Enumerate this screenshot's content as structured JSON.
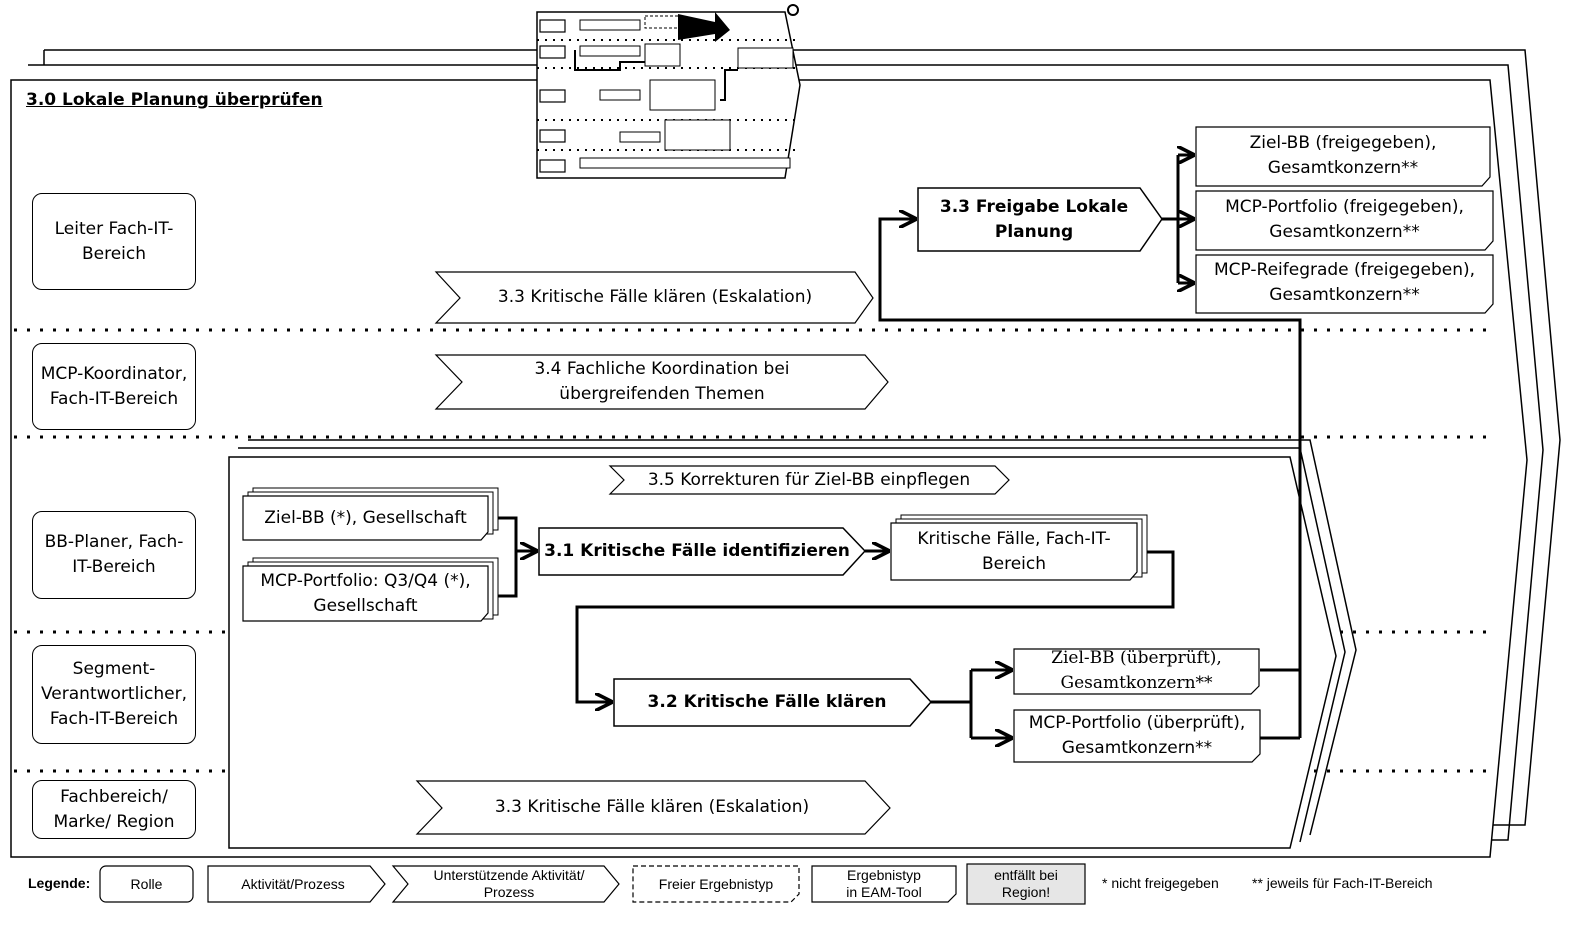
{
  "process_title": "3.0 Lokale Planung überprüfen",
  "roles": {
    "leiter": "Leiter Fach-IT-\nBereich",
    "mcp_koordinator": "MCP-Koordinator,\nFach-IT-Bereich",
    "bb_planer": "BB-Planer, Fach-\nIT-Bereich",
    "segment": "Segment-\nVerantwortlicher,\nFach-IT-Bereich",
    "fachbereich": "Fachbereich/\nMarke/ Region"
  },
  "activities": {
    "a33_freigabe": "3.3 Freigabe Lokale\nPlanung",
    "a31": "3.1 Kritische Fälle identifizieren",
    "a32": "3.2 Kritische Fälle klären"
  },
  "supporting": {
    "s33_leiter": "3.3 Kritische Fälle klären (Eskalation)",
    "s34": "3.4 Fachliche Koordination bei\nübergreifenden Themen",
    "s35": "3.5 Korrekturen für Ziel-BB einpflegen",
    "s33_fach": "3.3 Kritische Fälle klären (Eskalation)"
  },
  "results": {
    "ziel_bb_freigegeben": "Ziel-BB (freigegeben),\nGesamtkonzern**",
    "mcp_portfolio_freigegeben": "MCP-Portfolio (freigegeben),\nGesamtkonzern**",
    "mcp_reifegrade": "MCP-Reifegrade (freigegeben),\nGesamtkonzern**",
    "ziel_bb_gesellschaft": "Ziel-BB (*), Gesellschaft",
    "mcp_portfolio_q3q4": "MCP-Portfolio: Q3/Q4 (*),\nGesellschaft",
    "kritische_faelle": "Kritische Fälle, Fach-IT-\nBereich",
    "ziel_bb_ueberprueft": "Ziel-BB (überprüft),\nGesamtkonzern**",
    "mcp_portfolio_ueberprueft": "MCP-Portfolio (überprüft),\nGesamtkonzern**"
  },
  "legend": {
    "label": "Legende:",
    "rolle": "Rolle",
    "aktivitaet": "Aktivität/Prozess",
    "unterstuetzend": "Unterstützende Aktivität/\nProzess",
    "freier": "Freier Ergebnistyp",
    "eam": "Ergebnistyp\nin EAM-Tool",
    "entfaellt": "entfällt bei\nRegion!",
    "footnote_1": "* nicht freigegeben",
    "footnote_2": "** jeweils für Fach-IT-Bereich"
  },
  "colors": {
    "line": "#000000",
    "background": "#ffffff",
    "legend_fill": "#e6e6e6"
  }
}
